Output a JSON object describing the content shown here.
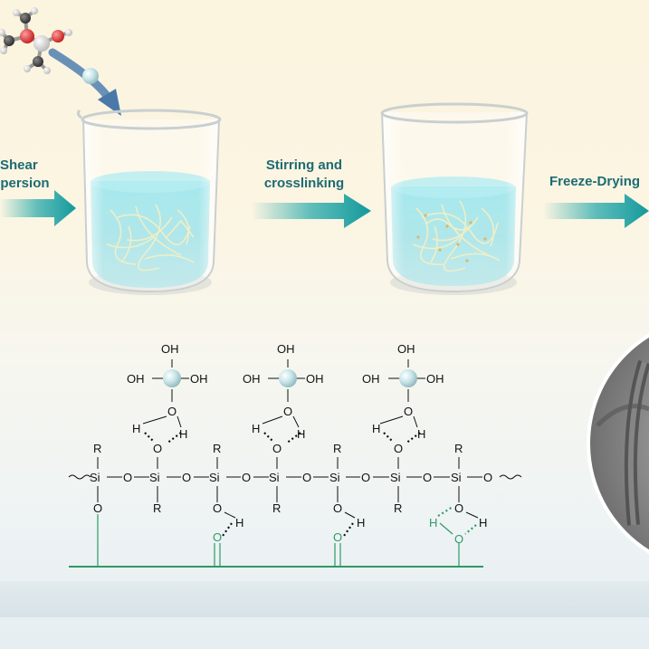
{
  "steps": [
    {
      "line1": "Shear",
      "line2": "spersion"
    },
    {
      "line1": "Stirring and",
      "line2": "crosslinking"
    },
    {
      "line1": "Freeze-Drying"
    }
  ],
  "structure": {
    "silicon": "Si",
    "oxygen": "O",
    "hydroxyl": "OH",
    "hydrogen": "H",
    "r_group": "R"
  },
  "colors": {
    "label": "#1e6b73",
    "arrow": "#1aa5a8",
    "liquid": "#5fd2de",
    "bond_green": "#2f9a63"
  }
}
